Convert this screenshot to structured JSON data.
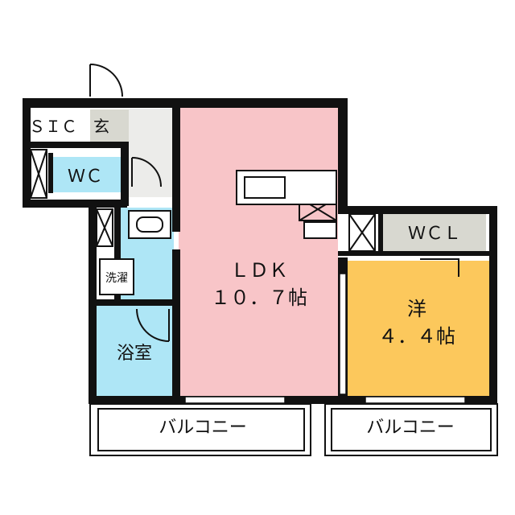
{
  "rooms": {
    "ldk": {
      "name": "ＬＤＫ",
      "size": "１０．７帖"
    },
    "western": {
      "name": "洋",
      "size": "４．４帖"
    },
    "wc": {
      "name": "ＷＣ"
    },
    "wcl": {
      "name": "ＷＣＬ"
    },
    "sic": {
      "name": "ＳＩＣ"
    },
    "entrance": {
      "name": "玄"
    },
    "laundry": {
      "name": "洗濯"
    },
    "bath": {
      "name": "浴室"
    },
    "balcony_left": {
      "name": "バルコニー"
    },
    "balcony_right": {
      "name": "バルコニー"
    }
  },
  "colors": {
    "ldk_fill": "#f8c5c8",
    "western_fill": "#fcc85c",
    "water_fill": "#aee6f6",
    "storage_fill": "#d8d8d0",
    "wall": "#111111"
  }
}
